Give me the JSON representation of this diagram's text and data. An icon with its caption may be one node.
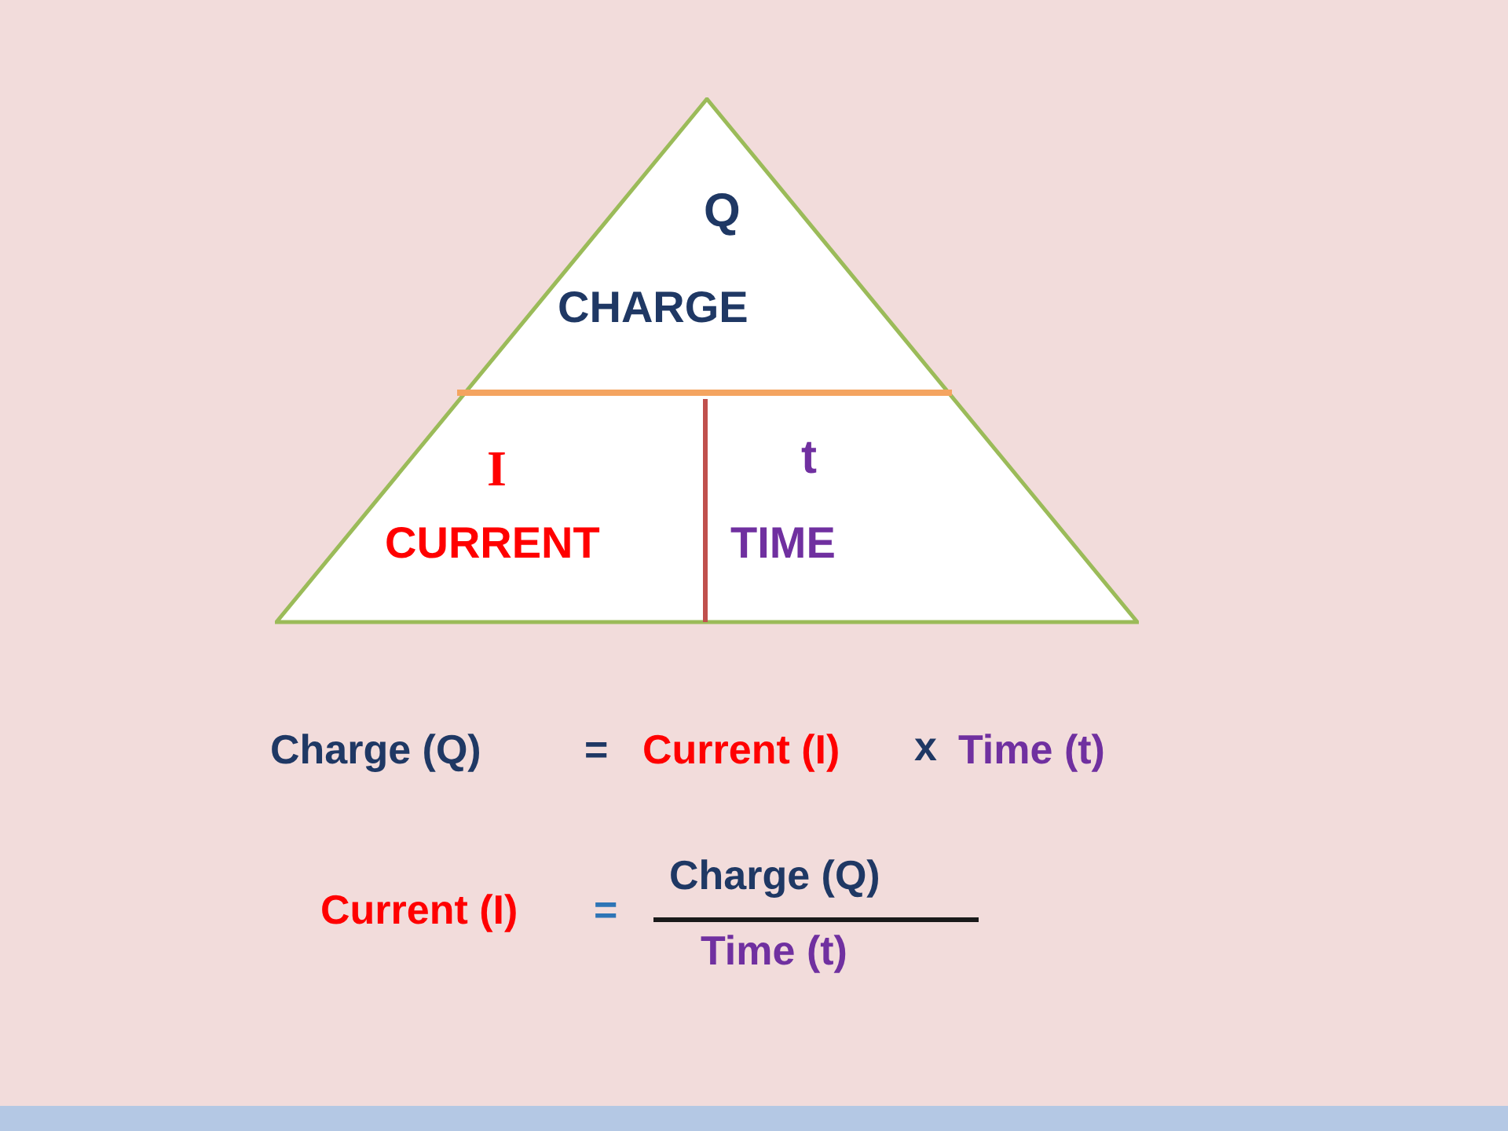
{
  "diagram": {
    "nodes": [
      {
        "text": [],
        "shape": "triangle"
      },
      {
        "text": [
          "Q",
          "CHARGE"
        ],
        "in": 0
      },
      {
        "text": [
          "I",
          "CURRENT"
        ],
        "in": 0
      },
      {
        "text": [
          "t",
          "TIME"
        ],
        "in": 0
      }
    ],
    "labels": [
      "Charge (Q)",
      "=",
      "Current (I)",
      "x",
      "Time (t)",
      "Current (I)",
      "=",
      "Charge (Q)",
      "Time (t)"
    ]
  }
}
